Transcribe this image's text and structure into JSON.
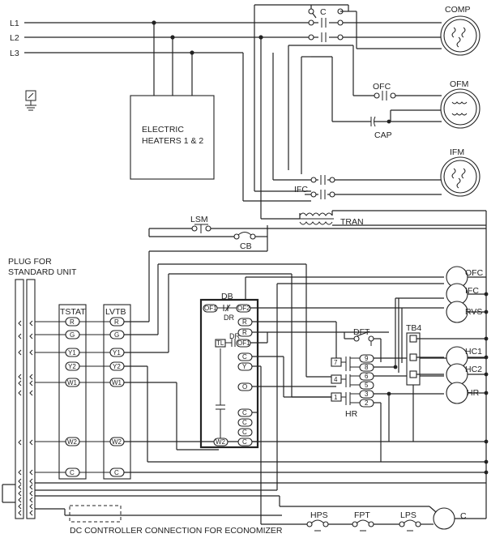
{
  "lines": [
    "L1",
    "L2",
    "L3"
  ],
  "components": {
    "contactor": "C",
    "compressor": "COMP",
    "outdoor_fan_contactor": "OFC",
    "outdoor_fan_motor": "OFM",
    "capacitor": "CAP",
    "indoor_fan_motor": "IFM",
    "indoor_fan_contactor": "IFC",
    "heaters_line1": "ELECTRIC",
    "heaters_line2": "HEATERS 1 & 2",
    "transformer": "TRAN",
    "lsm": "LSM",
    "circuit_breaker": "CB",
    "defrost_thermostat": "DFT",
    "defrost_board": "DB",
    "defrost_relay": "DR",
    "tb4": "TB4",
    "heater_relay": "HR",
    "hps": "HPS",
    "fpt": "FPT",
    "lps": "LPS"
  },
  "plug_label_line1": "PLUG FOR",
  "plug_label_line2": "STANDARD UNIT",
  "tstat": {
    "title": "TSTAT",
    "terminals": [
      "R",
      "G",
      "Y1",
      "Y2",
      "W1",
      "W2",
      "C"
    ]
  },
  "lvtb": {
    "title": "LVTB",
    "terminals": [
      "R",
      "G",
      "Y1",
      "Y2",
      "W1",
      "W2",
      "C"
    ]
  },
  "db_terminals": {
    "of1_top": "OF1",
    "of2": "OF2",
    "tl": "TL",
    "of1": "OF1",
    "list": [
      "R",
      "R",
      "C",
      "Y",
      "O",
      "C",
      "C",
      "C",
      "W2"
    ]
  },
  "hr_contacts": [
    "7",
    "4",
    "1"
  ],
  "hr_terminals": [
    "9",
    "8",
    "6",
    "5",
    "3",
    "2"
  ],
  "right_loads": [
    "OFC",
    "IFC",
    "RVS",
    "HC1",
    "HC2",
    "HR"
  ],
  "bottom_contactor": "C",
  "economizer_label": "DC CONTROLLER CONNECTION FOR ECONOMIZER"
}
